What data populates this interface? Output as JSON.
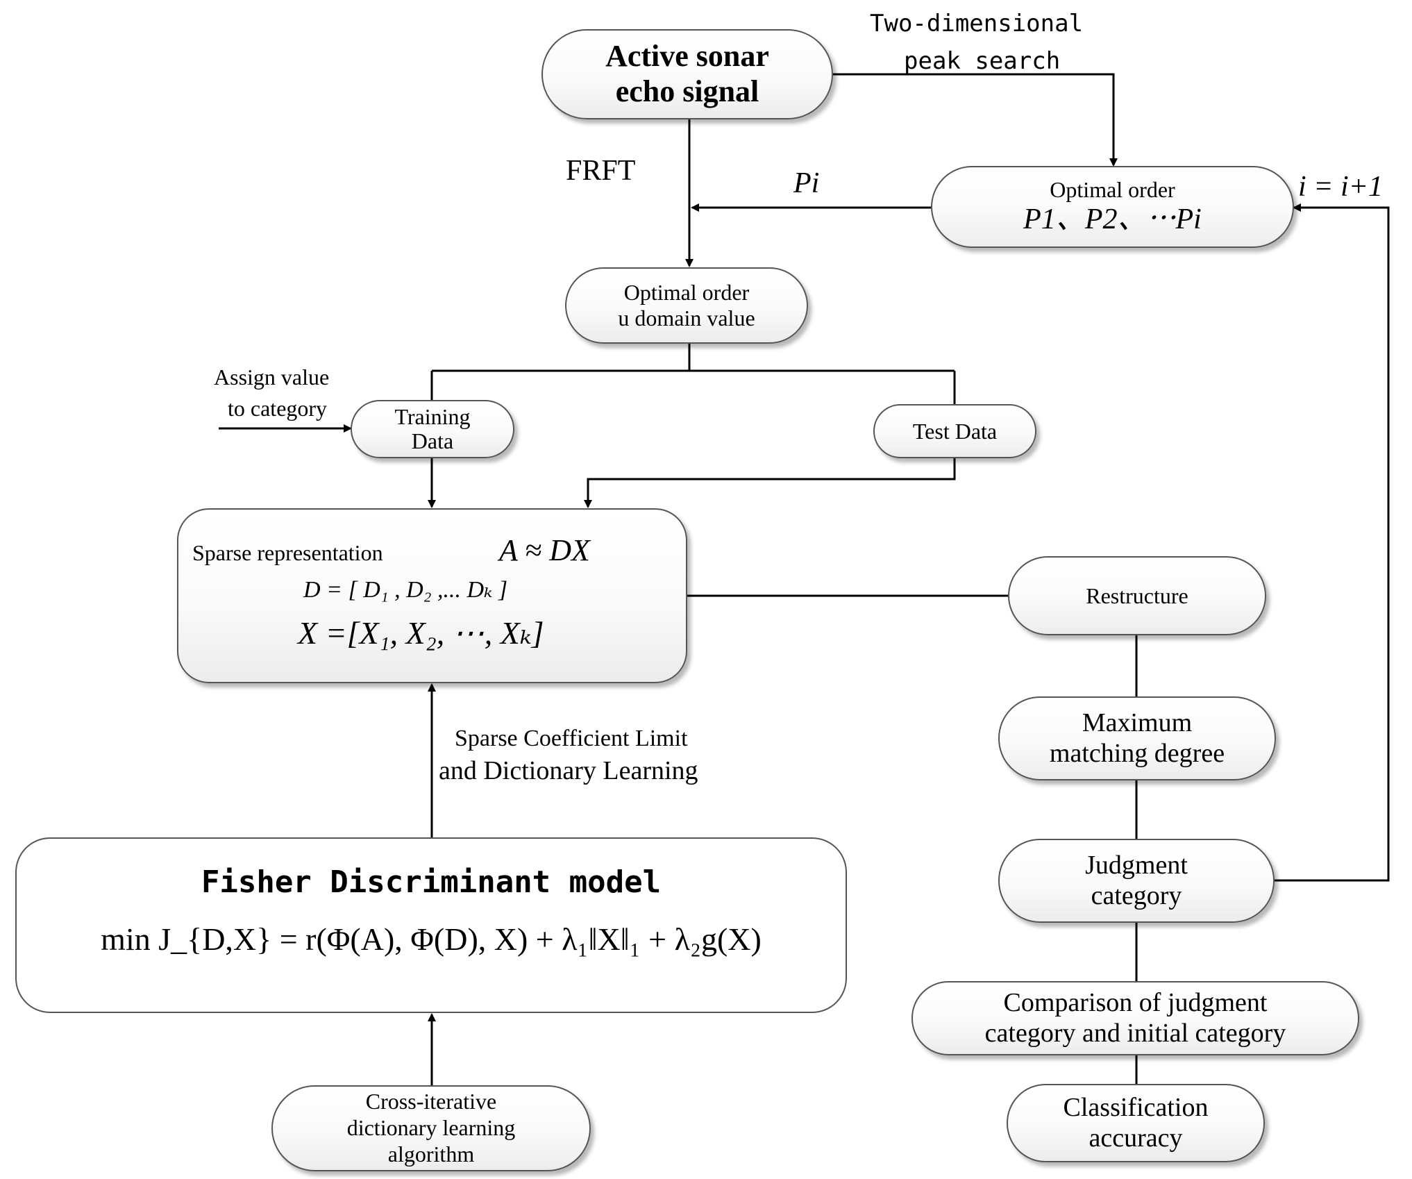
{
  "nodes": {
    "echo": {
      "line1": "Active sonar",
      "line2": "echo signal"
    },
    "optimal_order": {
      "line1": "Optimal order",
      "line2": "P1、P2、⋯Pi"
    },
    "u_domain": {
      "line1": "Optimal order",
      "line2": "u domain value"
    },
    "training": {
      "line1": "Training",
      "line2": "Data"
    },
    "test": {
      "line1": "Test Data"
    },
    "sparse": {
      "title": "Sparse representation",
      "eq1": "A ≈ DX",
      "eq2": "D = [ D₁ , D₂ ,... Dₖ ]",
      "eq3": "X =[X₁, X₂, ⋯, Xₖ]"
    },
    "restructure": {
      "line1": "Restructure"
    },
    "max_match": {
      "line1": "Maximum",
      "line2": "matching degree"
    },
    "judgment": {
      "line1": "Judgment",
      "line2": "category"
    },
    "comparison": {
      "line1": "Comparison of judgment",
      "line2": "category and initial category"
    },
    "accuracy": {
      "line1": "Classification",
      "line2": "accuracy"
    },
    "fisher": {
      "title": "Fisher Discriminant model",
      "eq": "min J_{D,X} = r(Φ(A), Φ(D), X) + λ₁‖X‖₁ + λ₂g(X)"
    },
    "cross": {
      "line1": "Cross-iterative",
      "line2": "dictionary learning",
      "line3": "algorithm"
    }
  },
  "edge_labels": {
    "two_dim_1": "Two-dimensional",
    "two_dim_2": "peak search",
    "frft": "FRFT",
    "pi": "Pi",
    "i_update": "i = i+1",
    "assign_1": "Assign value",
    "assign_2": "to category",
    "sparse_limit_1": "Sparse Coefficient Limit",
    "sparse_limit_2": "and Dictionary Learning"
  }
}
